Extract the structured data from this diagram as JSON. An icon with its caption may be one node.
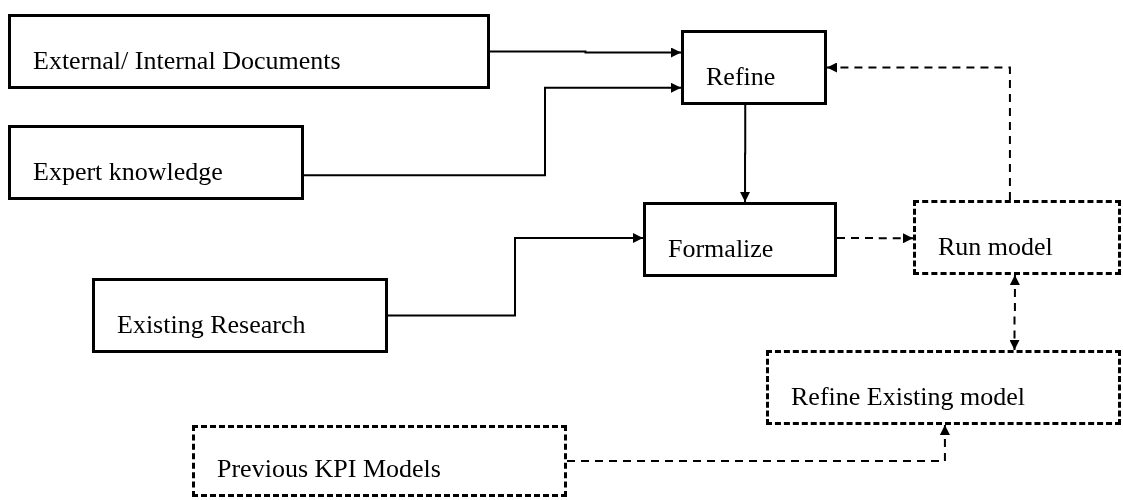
{
  "diagram": {
    "nodes": [
      {
        "text": [
          "External/ Internal Documents"
        ]
      },
      {
        "text": [
          "Expert knowledge"
        ]
      },
      {
        "text": [
          "Existing Research"
        ]
      },
      {
        "text": [
          "Refine"
        ]
      },
      {
        "text": [
          "Formalize"
        ]
      },
      {
        "text": [
          "Run model"
        ]
      },
      {
        "text": [
          "Refine Existing model"
        ]
      },
      {
        "text": [
          "Previous KPI Models"
        ]
      }
    ],
    "edges": [
      {
        "from": 0,
        "to": 3,
        "arrow": "to"
      },
      {
        "from": 1,
        "to": 3,
        "arrow": "to"
      },
      {
        "from": 2,
        "to": 4,
        "arrow": "to"
      },
      {
        "from": 3,
        "to": 4,
        "arrow": "to"
      },
      {
        "from": 4,
        "to": 5,
        "arrow": "to",
        "style": "dashed"
      },
      {
        "from": 5,
        "to": 3,
        "arrow": "to",
        "style": "dashed"
      },
      {
        "from": 5,
        "to": 6,
        "arrow": "both",
        "style": "dashed"
      },
      {
        "from": 7,
        "to": 6,
        "arrow": "to",
        "style": "dashed"
      }
    ]
  }
}
